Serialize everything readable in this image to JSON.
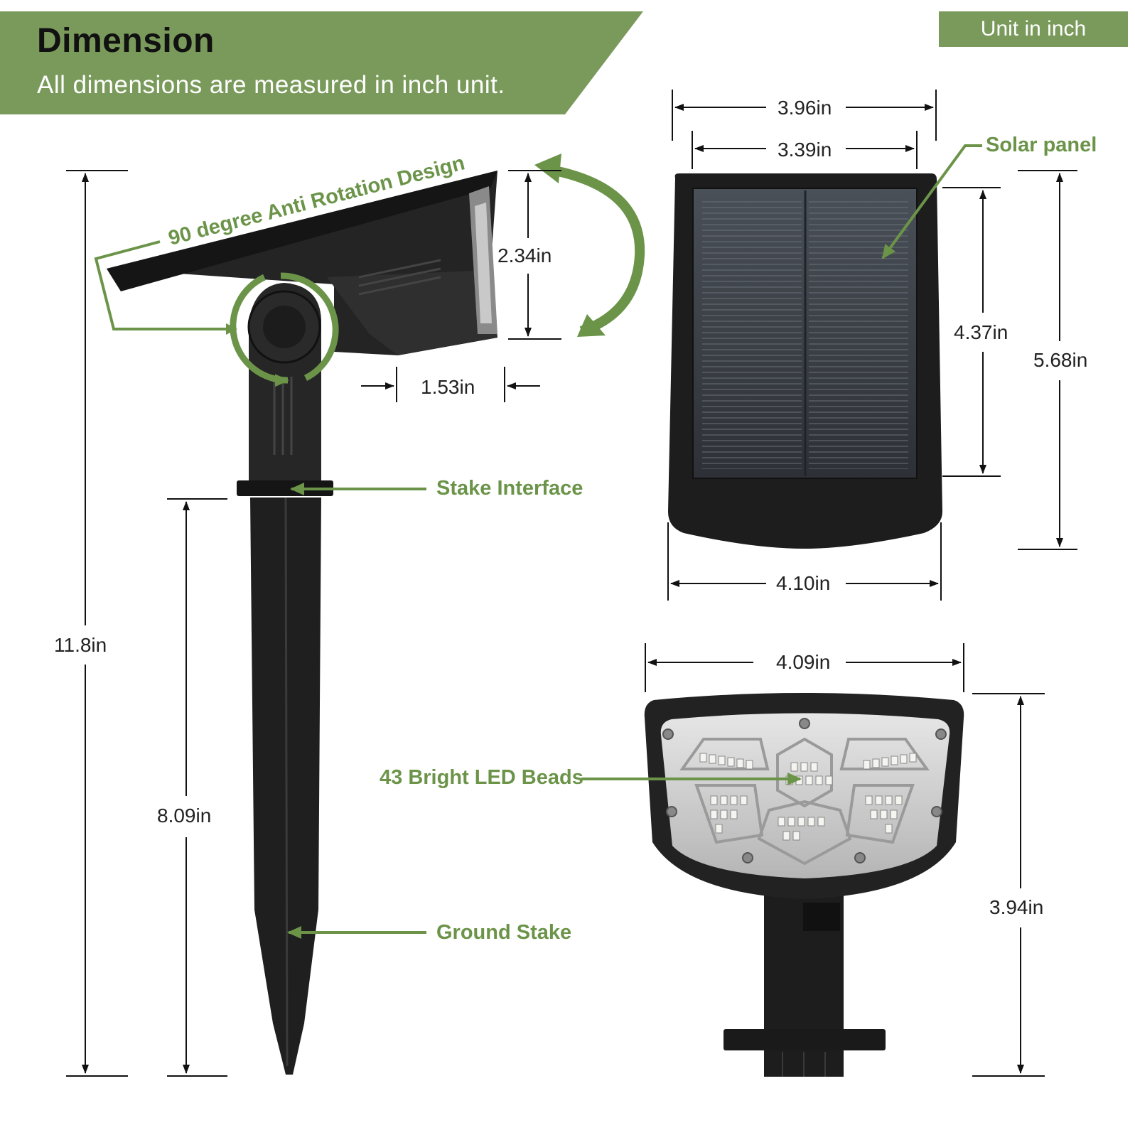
{
  "header": {
    "title": "Dimension",
    "subtitle": "All dimensions are measured in inch unit.",
    "unit_badge": "Unit in inch"
  },
  "colors": {
    "accent_green": "#7a9a5b",
    "callout_green": "#6b9449",
    "product_dark": "#1e1e1e"
  },
  "dimensions": {
    "total_height": "11.8in",
    "stake_height": "8.09in",
    "head_height": "2.34in",
    "head_depth": "1.53in",
    "panel_outer_width": "3.96in",
    "panel_cell_width": "3.39in",
    "panel_cell_height": "4.37in",
    "panel_total_height": "5.68in",
    "panel_bottom_width": "4.10in",
    "light_width": "4.09in",
    "light_height": "3.94in"
  },
  "callouts": {
    "rotation": "90 degree Anti  Rotation Design",
    "solar_panel": "Solar panel",
    "stake_interface": "Stake Interface",
    "led_beads": "43 Bright LED Beads",
    "ground_stake": "Ground Stake"
  }
}
